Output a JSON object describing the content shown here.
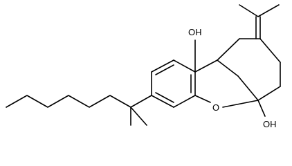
{
  "structure": {
    "labels": {
      "oh_top": "OH",
      "ring_oxygen": "O",
      "oh_bottom": "OH"
    },
    "colors": {
      "bond": "#000000",
      "text": "#000000",
      "background": "#ffffff"
    }
  }
}
